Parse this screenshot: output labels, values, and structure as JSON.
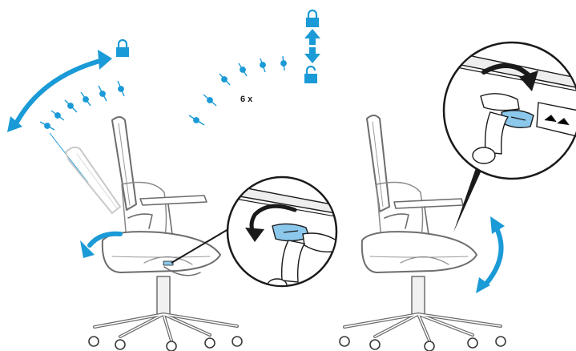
{
  "colors": {
    "accent": "#1a9ad6",
    "lever": "#8cc8ec",
    "line": "#1a1a1a",
    "frame": "#6d6d6d",
    "light": "#c9c9c9"
  },
  "icons": {
    "lock_closed": "lock-icon",
    "lock_open": "unlock-icon",
    "up_down": "up-down-arrow-icon",
    "tilt_arc": "curved-double-arrow-icon",
    "rotate": "rotate-arrow-icon"
  },
  "labels": {
    "repeat_count": "6 x"
  },
  "instruction": {
    "left_chair_action": "tilt-lock",
    "right_chair_action": "tension-adjust"
  }
}
